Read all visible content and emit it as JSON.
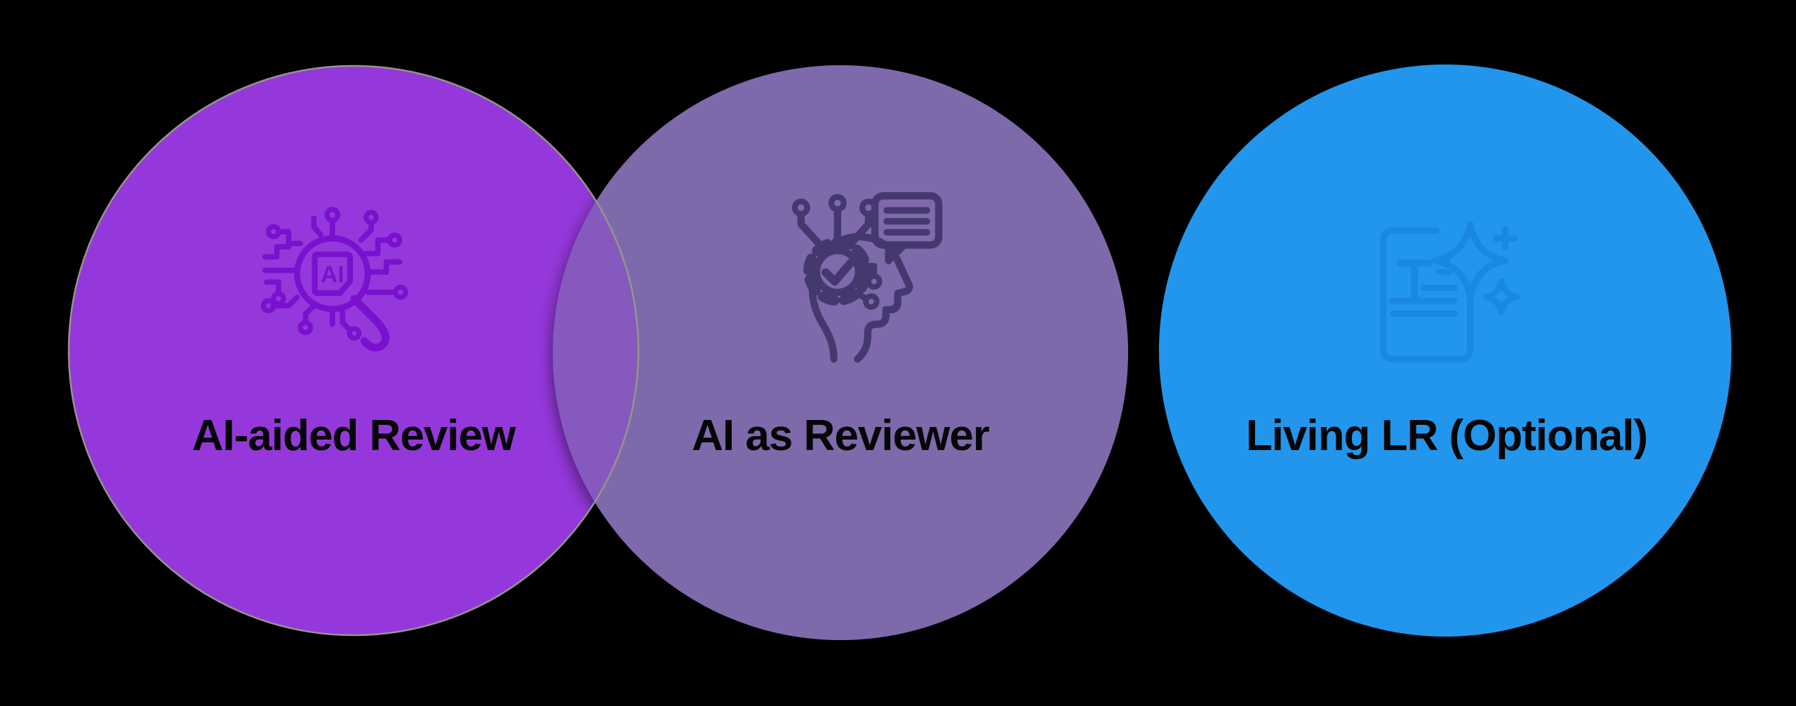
{
  "diagram": {
    "background": "#000000",
    "outline_color": "#95958C",
    "overlap_fill": "#8659BE",
    "label_color": "#060606",
    "circles": [
      {
        "label": "AI-aided Review",
        "fill": "#9438DB",
        "icon": "ai-chip-magnifier-icon",
        "icon_color": "#7A11CE",
        "icon_text": "AI"
      },
      {
        "label": "AI as Reviewer",
        "fill": "#7E6BAA",
        "icon": "ai-reviewer-head-icon",
        "icon_color": "#44386E"
      },
      {
        "label": "Living LR (Optional)",
        "fill": "#2196ED",
        "icon": "document-sparkle-icon",
        "icon_color": "#1A87E4"
      }
    ]
  }
}
